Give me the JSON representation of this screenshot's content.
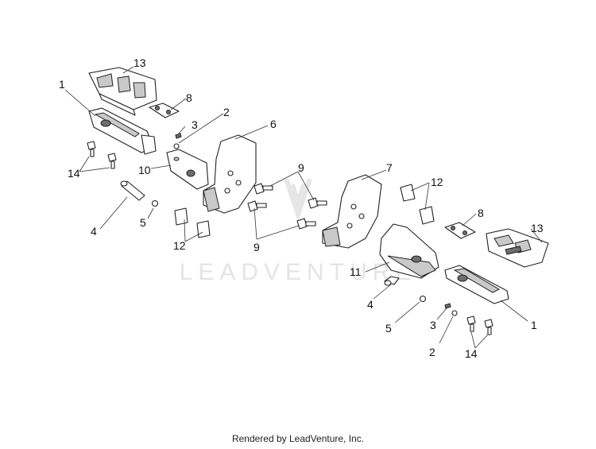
{
  "watermark": {
    "text": "LEADVENTURE"
  },
  "footer": {
    "text": "Rendered by LeadVenture, Inc."
  },
  "callouts": [
    {
      "id": "1",
      "label": "1"
    },
    {
      "id": "13",
      "label": "13"
    },
    {
      "id": "8",
      "label": "8"
    },
    {
      "id": "2",
      "label": "2"
    },
    {
      "id": "3",
      "label": "3"
    },
    {
      "id": "6",
      "label": "6"
    },
    {
      "id": "14",
      "label": "14"
    },
    {
      "id": "10",
      "label": "10"
    },
    {
      "id": "9",
      "label": "9"
    },
    {
      "id": "7",
      "label": "7"
    },
    {
      "id": "12",
      "label": "12"
    },
    {
      "id": "4",
      "label": "4"
    },
    {
      "id": "5",
      "label": "5"
    },
    {
      "id": "12b",
      "label": "12"
    },
    {
      "id": "9b",
      "label": "9"
    },
    {
      "id": "8b",
      "label": "8"
    },
    {
      "id": "13b",
      "label": "13"
    },
    {
      "id": "11",
      "label": "11"
    },
    {
      "id": "4b",
      "label": "4"
    },
    {
      "id": "5b",
      "label": "5"
    },
    {
      "id": "3b",
      "label": "3"
    },
    {
      "id": "1b",
      "label": "1"
    },
    {
      "id": "2b",
      "label": "2"
    },
    {
      "id": "14b",
      "label": "14"
    }
  ]
}
